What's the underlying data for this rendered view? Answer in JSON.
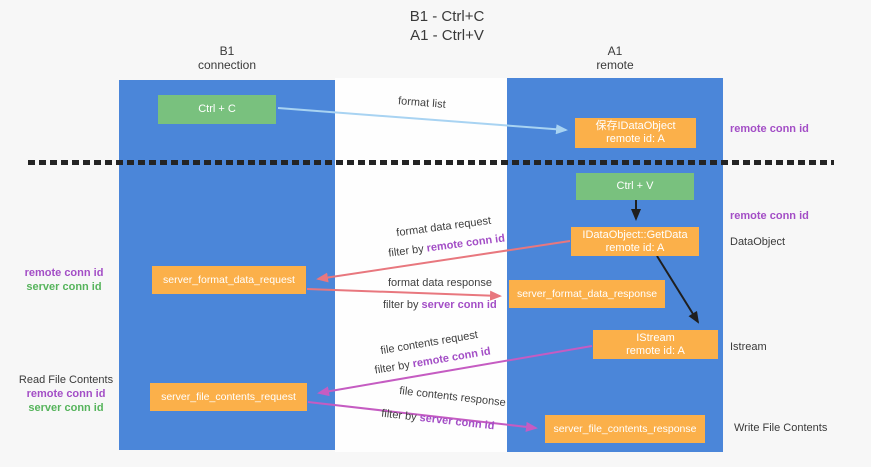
{
  "title": {
    "line1": "B1 - Ctrl+C",
    "line2": "A1 - Ctrl+V"
  },
  "lanes": {
    "left": {
      "name": "B1",
      "sub": "connection"
    },
    "right": {
      "name": "A1",
      "sub": "remote"
    }
  },
  "boxes": {
    "ctrl_c": "Ctrl + C",
    "ctrl_v": "Ctrl + V",
    "save_dataobject": {
      "line1": "保存IDataObject",
      "line2": "remote id: A"
    },
    "getdata": {
      "line1": "IDataObject::GetData",
      "line2": "remote id: A"
    },
    "istream": {
      "line1": "IStream",
      "line2": "remote id: A"
    },
    "format_request": "server_format_data_request",
    "format_response": "server_format_data_response",
    "file_request": "server_file_contents_request",
    "file_response": "server_file_contents_response"
  },
  "arrow_labels": {
    "format_list": "format list",
    "format_data_request": "format data request",
    "format_data_response": "format data response",
    "file_contents_request": "file contents request",
    "file_contents_response": "file contents response",
    "filter_by": "filter by ",
    "remote_conn_id": "remote conn id",
    "server_conn_id": "server conn id"
  },
  "side_labels": {
    "remote_conn_id": "remote conn id",
    "server_conn_id": "server conn id",
    "dataobject": "DataObject",
    "istream": "Istream",
    "read_file_contents": "Read File Contents",
    "write_file_contents": "Write File Contents"
  },
  "colors": {
    "panel_blue": "#4b86d9",
    "box_green": "#79c17e",
    "box_orange": "#fbb04a",
    "arrow_light_blue": "#a8d3f2",
    "arrow_salmon": "#e8777e",
    "arrow_magenta": "#c55cc2",
    "arrow_black": "#1f1f1f",
    "text_purple": "#a34ec6",
    "text_green": "#56b45c"
  }
}
